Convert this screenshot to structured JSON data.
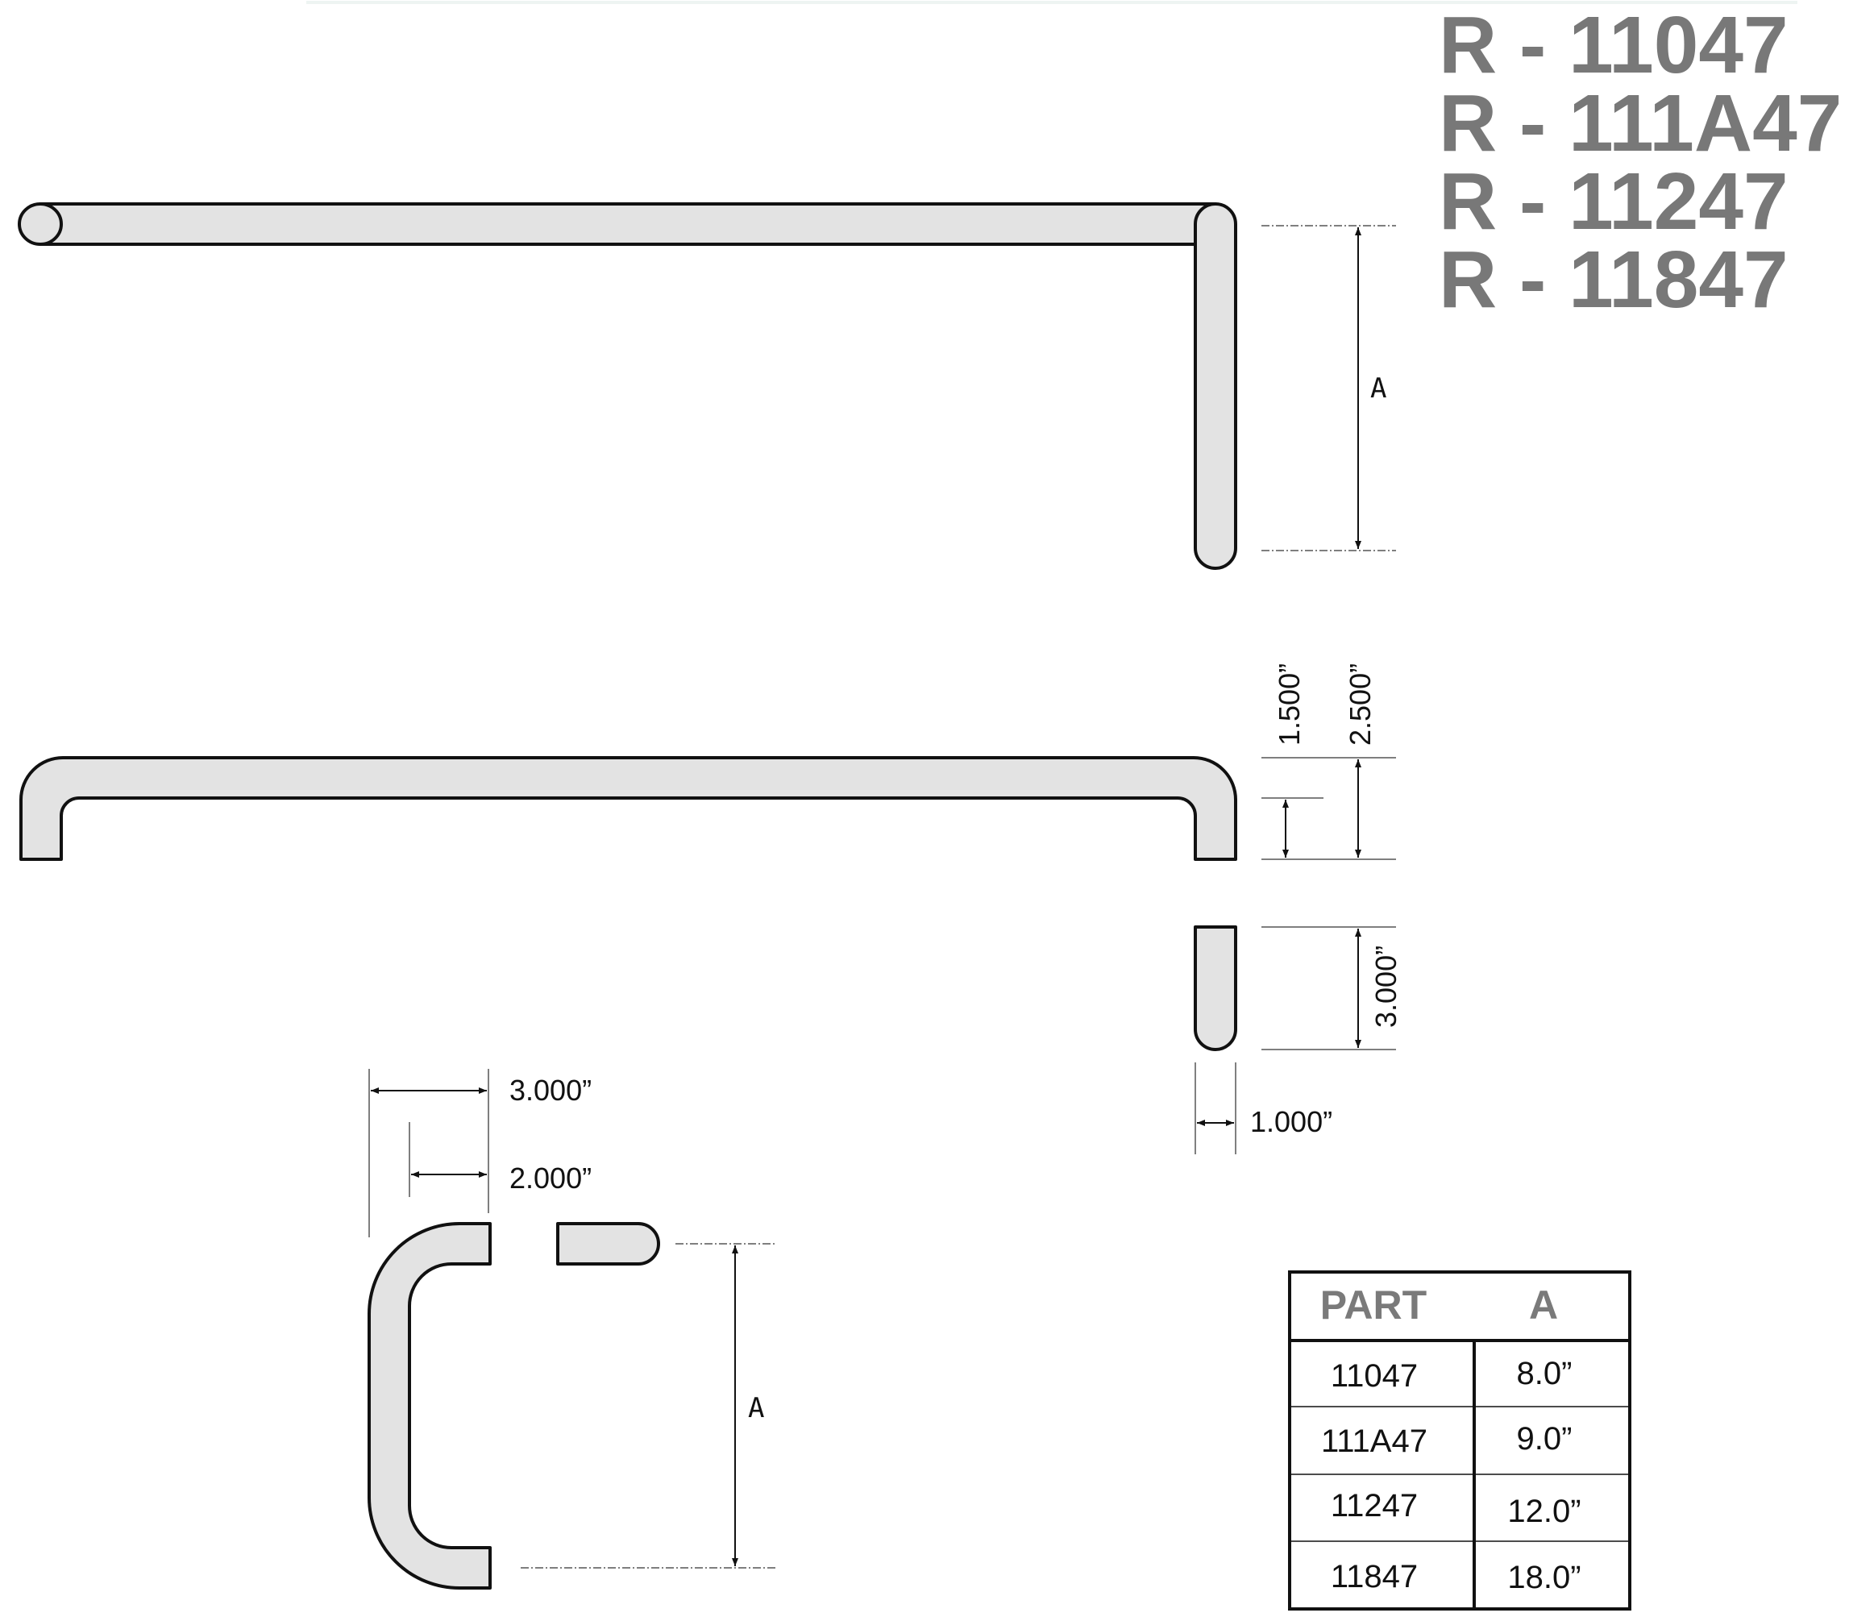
{
  "titles": [
    "R - 11047",
    "R - 111A47",
    "R - 11247",
    "R - 11847"
  ],
  "dimensions": {
    "a_top": "A",
    "h_1500": "1.500”",
    "h_2500": "2.500”",
    "h_3000": "3.000”",
    "w_1000": "1.000”",
    "w_3000": "3.000”",
    "w_2000": "2.000”",
    "a_bottom": "A"
  },
  "table": {
    "headers": [
      "PART",
      "A"
    ],
    "rows": [
      [
        "11047",
        "8.0”"
      ],
      [
        "111A47",
        "9.0”"
      ],
      [
        "11247",
        "12.0”"
      ],
      [
        "11847",
        "18.0”"
      ]
    ]
  },
  "colors": {
    "title": "#787878",
    "bar_fill": "#e3e3e3",
    "line": "#111111"
  }
}
